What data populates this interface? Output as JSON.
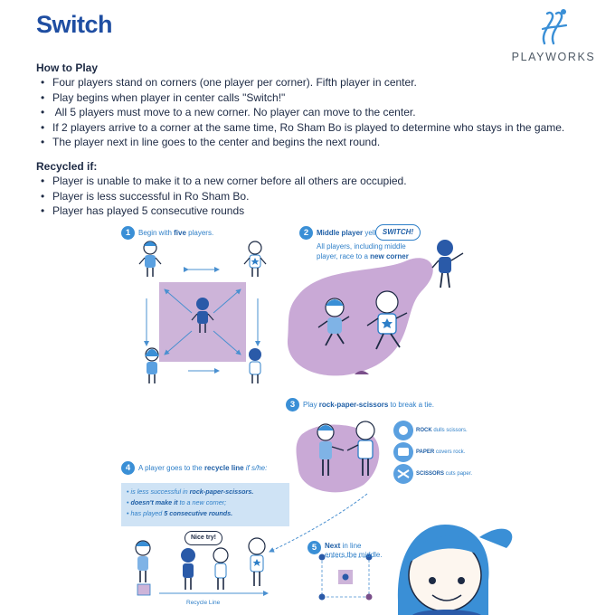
{
  "header": {
    "title": "Switch",
    "logo_text": "PLAYWORKS"
  },
  "how_to_play": {
    "heading": "How to Play",
    "items": [
      "Four players stand on corners (one player per corner). Fifth player in center.",
      "Play begins when player in center calls \"Switch!\"",
      " All 5 players must move to a new corner. No player can move to the center.",
      "If 2 players arrive to a corner at the same time, Ro Sham Bo is played to determine who stays in the game.",
      "The player next in line goes to the center and begins the next round."
    ]
  },
  "recycled_if": {
    "heading": "Recycled if:",
    "items": [
      "Player is unable to make it to a new corner before all others are occupied.",
      "Player is less successful in Ro Sham Bo.",
      "Player has played 5 consecutive rounds"
    ]
  },
  "steps": {
    "s1": {
      "num": "1",
      "pre": "Begin with ",
      "bold": "five",
      "post": " players."
    },
    "s2": {
      "num": "2",
      "bold1": "Middle player",
      "mid": " yells ",
      "switch": "SWITCH!",
      "line2a": "All players, including middle",
      "line3a": "player, race to a ",
      "bold2": "new corner"
    },
    "s3": {
      "num": "3",
      "pre": "Play ",
      "bold": "rock-paper-scissors",
      "post": " to break a tie."
    },
    "s4": {
      "num": "4",
      "pre": "A player goes to the ",
      "bold": "recycle line",
      "post": " if s/he:"
    },
    "s5": {
      "num": "5",
      "bold": "Next",
      "line1": " in line",
      "line2": "enters the middle."
    }
  },
  "rps": [
    {
      "bold": "ROCK",
      "text": " dulls scissors."
    },
    {
      "bold": "PAPER",
      "text": " covers rock."
    },
    {
      "bold": "SCISSORS",
      "text": " cuts paper."
    }
  ],
  "recycle_conditions": [
    {
      "pre": "is less successful in ",
      "bold": "rock-paper-scissors.",
      "post": ""
    },
    {
      "pre": "",
      "bold": "doesn't make it",
      "post": " to a new corner;"
    },
    {
      "pre": "has played ",
      "bold": "5 consecutive rounds.",
      "post": ""
    }
  ],
  "nice_try": "Nice try!",
  "recycle_line_label": "Recycle Line",
  "colors": {
    "title_blue": "#1f4ea2",
    "illustration_blue": "#2e7fc8",
    "court_purple": "#cdb4d9",
    "blob_purple": "#c9a9d6"
  }
}
